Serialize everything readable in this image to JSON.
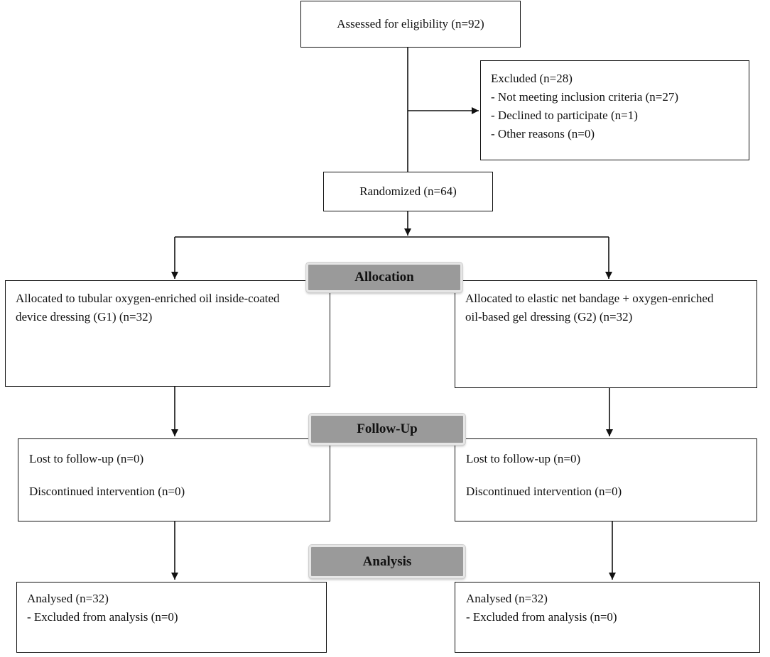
{
  "flowchart": {
    "assessed": "Assessed for eligibility (n=92)",
    "excluded": {
      "lines": [
        "Excluded (n=28)",
        "- Not meeting inclusion criteria (n=27)",
        "- Declined to participate (n=1)",
        "- Other reasons (n=0)"
      ]
    },
    "randomized": "Randomized (n=64)",
    "stages": {
      "allocation": "Allocation",
      "follow_up": "Follow-Up",
      "analysis": "Analysis"
    },
    "group1": {
      "allocation_lines": [
        "Allocated to tubular oxygen-enriched oil inside-coated",
        "device dressing (G1) (n=32)"
      ],
      "followup_lines": [
        "Lost to follow-up (n=0)",
        "Discontinued intervention (n=0)"
      ],
      "analysis_lines": [
        "Analysed (n=32)",
        "- Excluded from analysis (n=0)"
      ]
    },
    "group2": {
      "allocation_lines": [
        "Allocated to elastic net bandage + oxygen-enriched",
        "oil-based gel dressing (G2) (n=32)"
      ],
      "followup_lines": [
        "Lost to follow-up (n=0)",
        "Discontinued intervention (n=0)"
      ],
      "analysis_lines": [
        "Analysed (n=32)",
        "- Excluded from analysis (n=0)"
      ]
    }
  }
}
